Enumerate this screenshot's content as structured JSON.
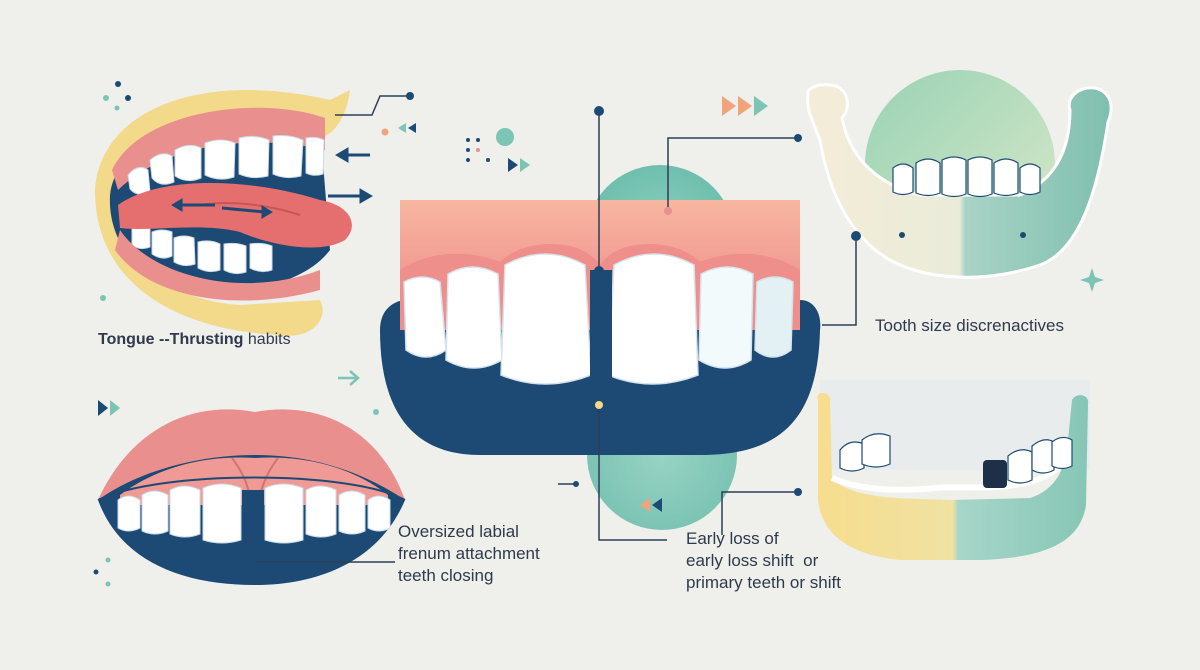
{
  "labels": {
    "tongue_thrusting": {
      "bold_part": "Tongue --Thrusting",
      "normal_part": " habits"
    },
    "tooth_size": "Tooth size discrenactives",
    "frenum": [
      "Oversized labial",
      "frenum attachment",
      "teeth closing"
    ],
    "early_loss": [
      "Early loss of",
      "early loss shift  or",
      "primary teeth or shift"
    ]
  },
  "colors": {
    "background": "#efefec",
    "navy": "#1d4a74",
    "gum_pink": "#ec8f8a",
    "lip_pink": "#e9908f",
    "tongue_red": "#e46f6e",
    "teal": "#7cc4b4",
    "yellow": "#f3d98a",
    "tooth_white": "#ffffff",
    "line": "#2c3e55"
  },
  "icons": [
    "tongue-thrust-mouth-icon",
    "lips-frenum-icon",
    "front-teeth-gap-icon",
    "lower-jaw-icon",
    "jaw-missing-tooth-icon",
    "arrow-icon",
    "play-triangle-icon",
    "dot-icon",
    "sparkle-icon"
  ]
}
